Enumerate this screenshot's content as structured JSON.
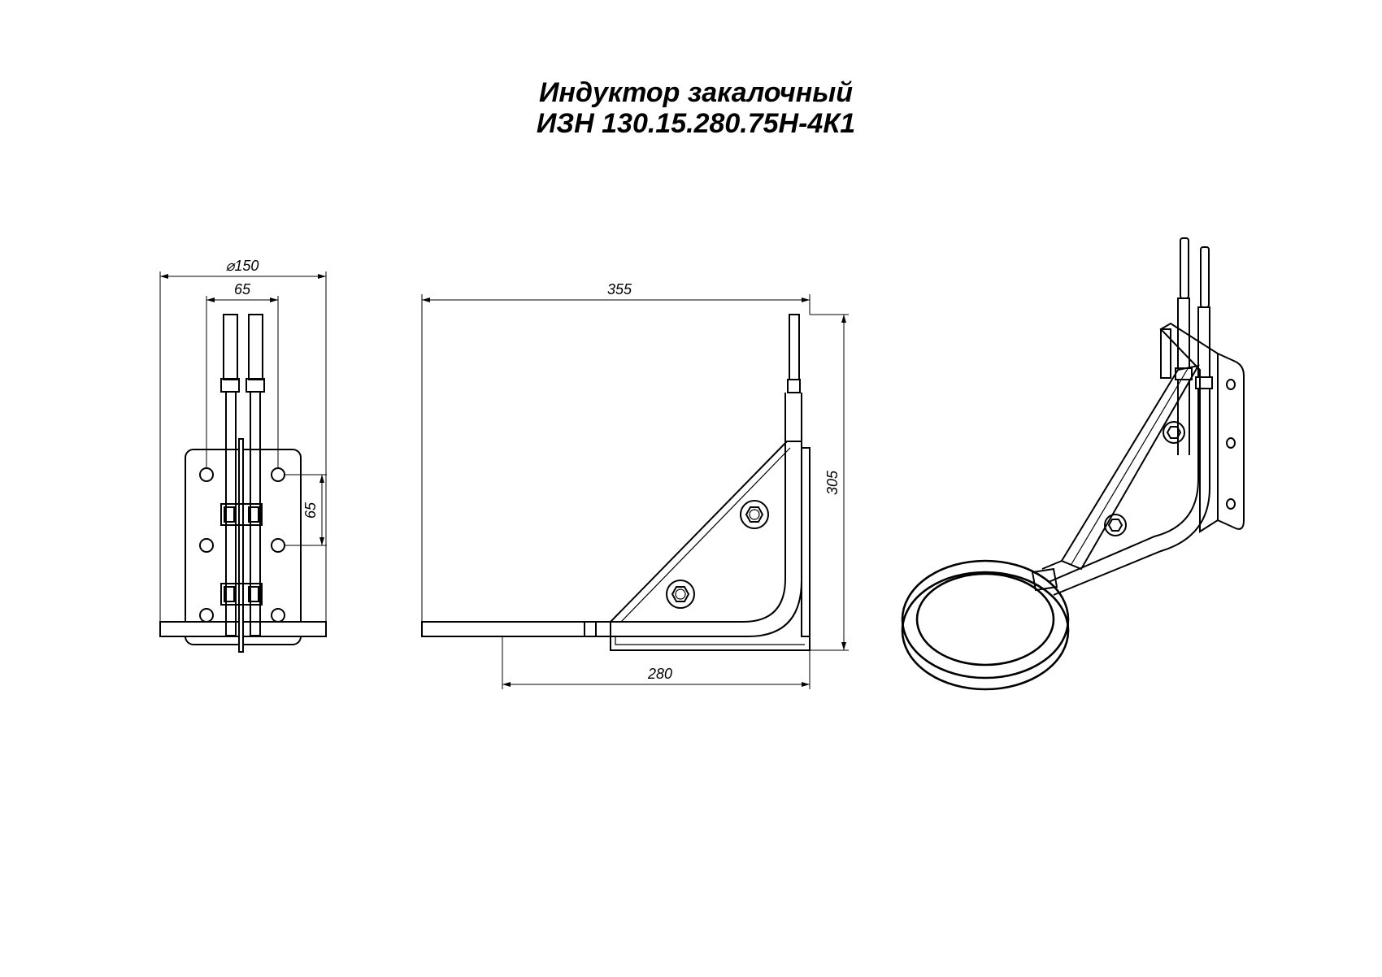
{
  "title": {
    "line1": "Индуктор закалочный",
    "line2": "ИЗН 130.15.280.75Н-4К1"
  },
  "dimensions": {
    "diameter": "150",
    "tube_spacing": "65",
    "hole_spacing": "65",
    "length": "355",
    "height": "305",
    "base_length": "280"
  },
  "colors": {
    "line": "#000000",
    "background": "#ffffff"
  }
}
